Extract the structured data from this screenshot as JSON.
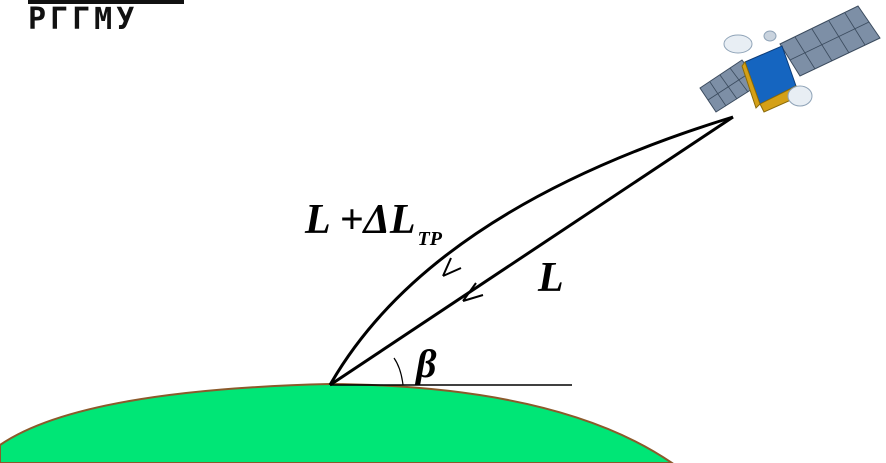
{
  "logo": {
    "text": "РГГМУ"
  },
  "labels": {
    "refracted_path": "L +ΔL",
    "refracted_subscript": "ТР",
    "direct_path": "L",
    "elevation_angle": "β"
  },
  "colors": {
    "earth": "#00e676",
    "earth_outline": "#8b5a2b",
    "path": "#000000",
    "solar_panel": "#7d8fa6",
    "satellite_body": "#1565c0",
    "gold_foil": "#d4a017"
  },
  "icons": {
    "satellite": "satellite-icon"
  }
}
